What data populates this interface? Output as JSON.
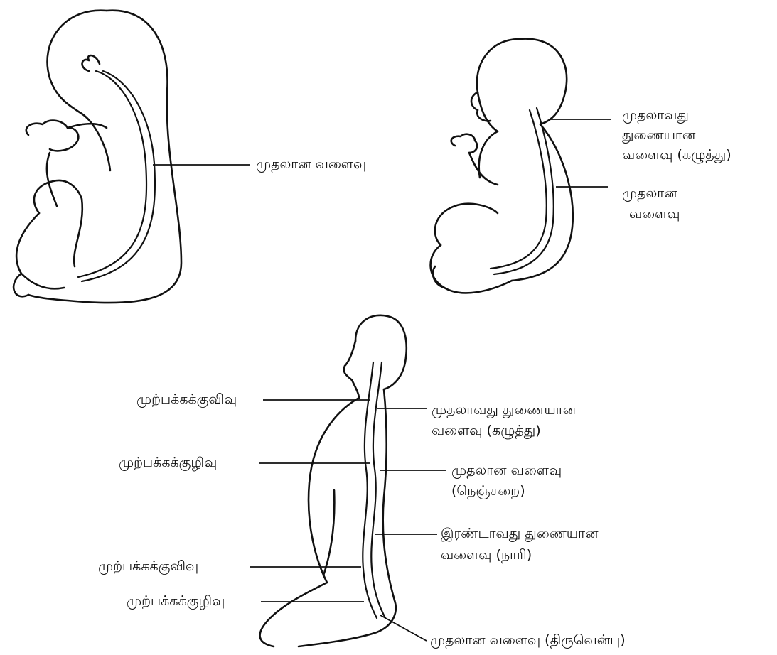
{
  "figures": {
    "fetus": {
      "primary_curve": "முதலான  வளைவு"
    },
    "infant": {
      "secondary_curve_lines": [
        "முதலாவது",
        "துணையான",
        "வளைவு  (கழுத்து)"
      ],
      "primary_curve_lines": [
        "முதலான",
        "வளைவு"
      ]
    },
    "adult": {
      "left_labels": [
        "முற்பக்கக்குவிவு",
        "முற்பக்கக்குழிவு",
        "முற்பக்கக்குவிவு",
        "முற்பக்கக்குழிவு"
      ],
      "right_labels": {
        "cervical": [
          "முதலாவது  துணையான",
          "வளைவு  (கழுத்து)"
        ],
        "thoracic": [
          "முதலான  வளைவு",
          "(நெஞ்சறை)"
        ],
        "lumbar": [
          "இரண்டாவது  துணையான",
          "வளைவு  (நாரி)"
        ],
        "sacral": "முதலான  வளைவு  (திருவென்பு)"
      }
    }
  }
}
